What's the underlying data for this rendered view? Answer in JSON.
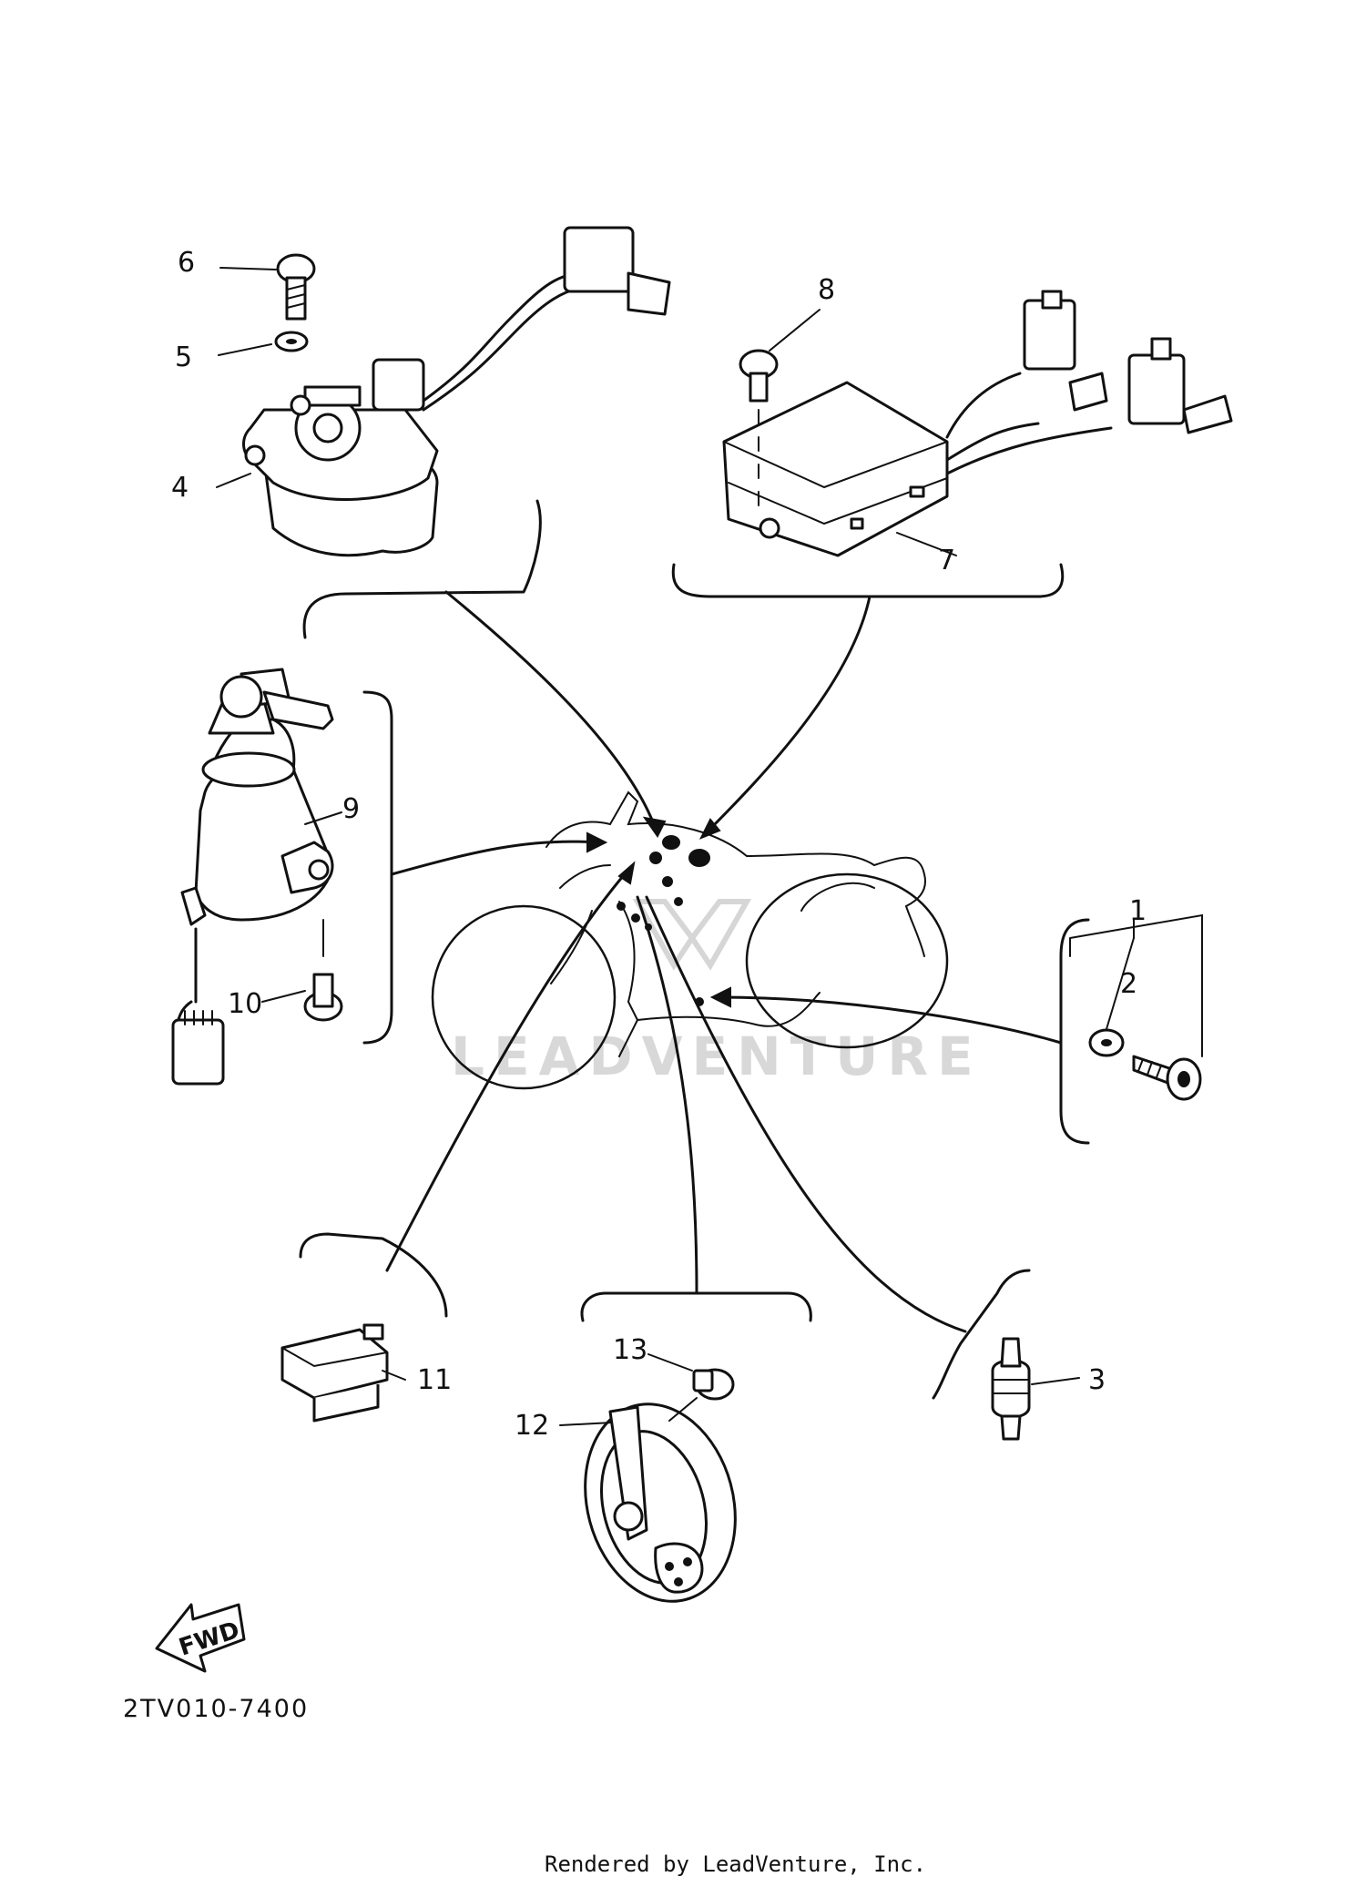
{
  "diagram": {
    "part_code": "2TV010-7400",
    "footer": "Rendered by LeadVenture, Inc.",
    "fwd_label": "FWD",
    "watermark": "LEADVENTURE",
    "callouts": [
      "1",
      "2",
      "3",
      "4",
      "5",
      "6",
      "7",
      "8",
      "9",
      "10",
      "11",
      "12",
      "13"
    ]
  }
}
